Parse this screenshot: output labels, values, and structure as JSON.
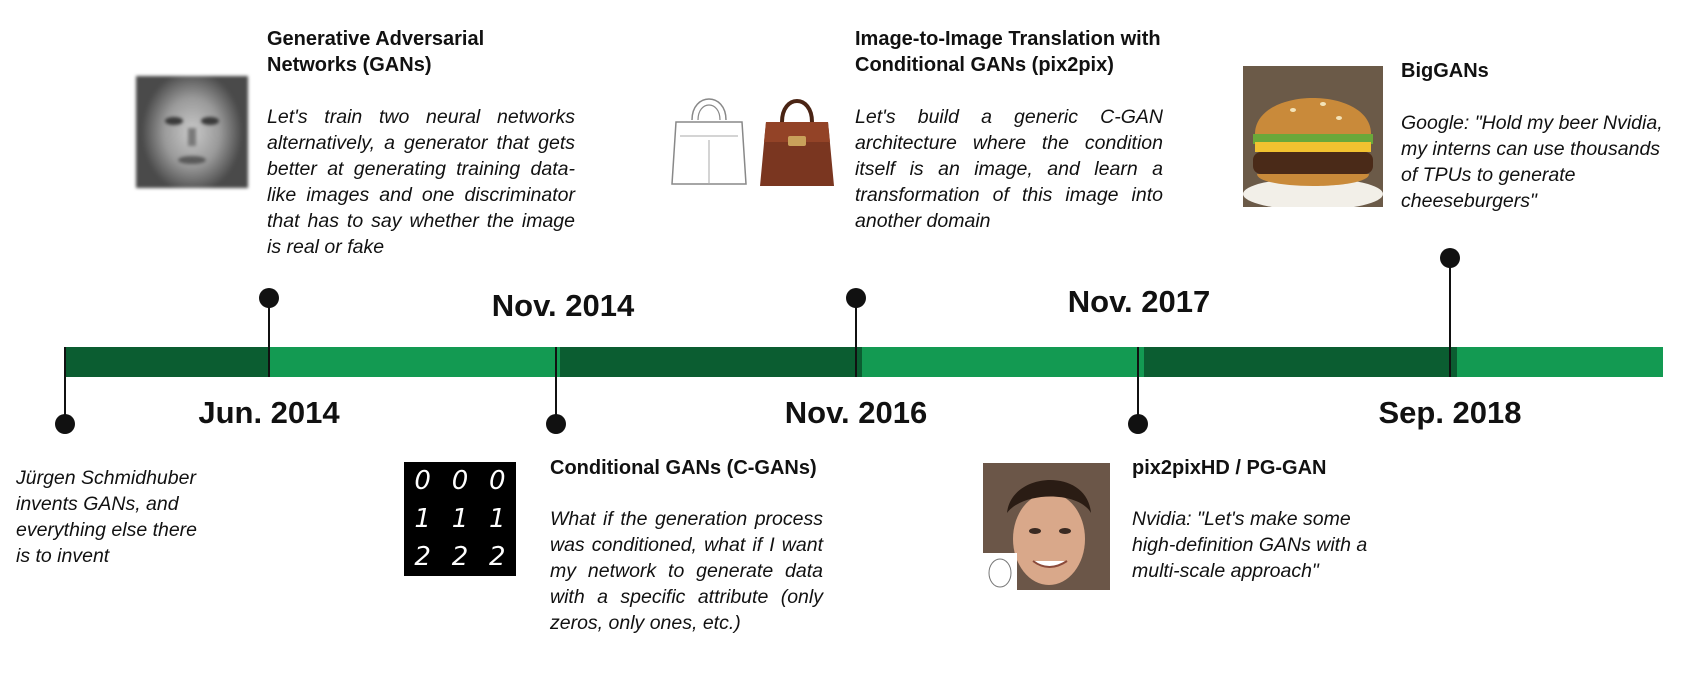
{
  "timeline": {
    "colors": {
      "dark": "#0b5d31",
      "light": "#139a52",
      "ink": "#111111"
    },
    "dates": {
      "jun_2014": "Jun. 2014",
      "nov_2014": "Nov. 2014",
      "nov_2016": "Nov. 2016",
      "nov_2017": "Nov. 2017",
      "sep_2018": "Sep. 2018"
    },
    "events": {
      "schmidhuber": {
        "desc": "Jürgen Schmidhuber invents GANs, and everything else there is to invent"
      },
      "gan": {
        "title": "Generative Adversarial Networks (GANs)",
        "desc": "Let's train two neural networks alternatively, a generator that gets better at generating training data-like images and one discriminator that has to say whether the image is real or fake"
      },
      "cgan": {
        "title": "Conditional GANs (C-GANs)",
        "desc": "What if the generation process was conditioned, what if I want my network to generate data with a specific attribute (only zeros, only ones, etc.)",
        "digits": [
          "0",
          "0",
          "0",
          "1",
          "1",
          "1",
          "2",
          "2",
          "2"
        ]
      },
      "pix2pix": {
        "title": "Image-to-Image Translation with Conditional GANs (pix2pix)",
        "desc": "Let's build a generic C-GAN architecture where the condition itself is an image, and learn a transformation of this image into another domain"
      },
      "pix2pixhd": {
        "title": "pix2pixHD / PG-GAN",
        "desc": "Nvidia: \"Let's make some high-definition GANs with a multi-scale approach\""
      },
      "biggan": {
        "title": "BigGANs",
        "desc": "Google: \"Hold my beer Nvidia, my interns can use thousands of TPUs to generate cheeseburgers\""
      }
    }
  }
}
